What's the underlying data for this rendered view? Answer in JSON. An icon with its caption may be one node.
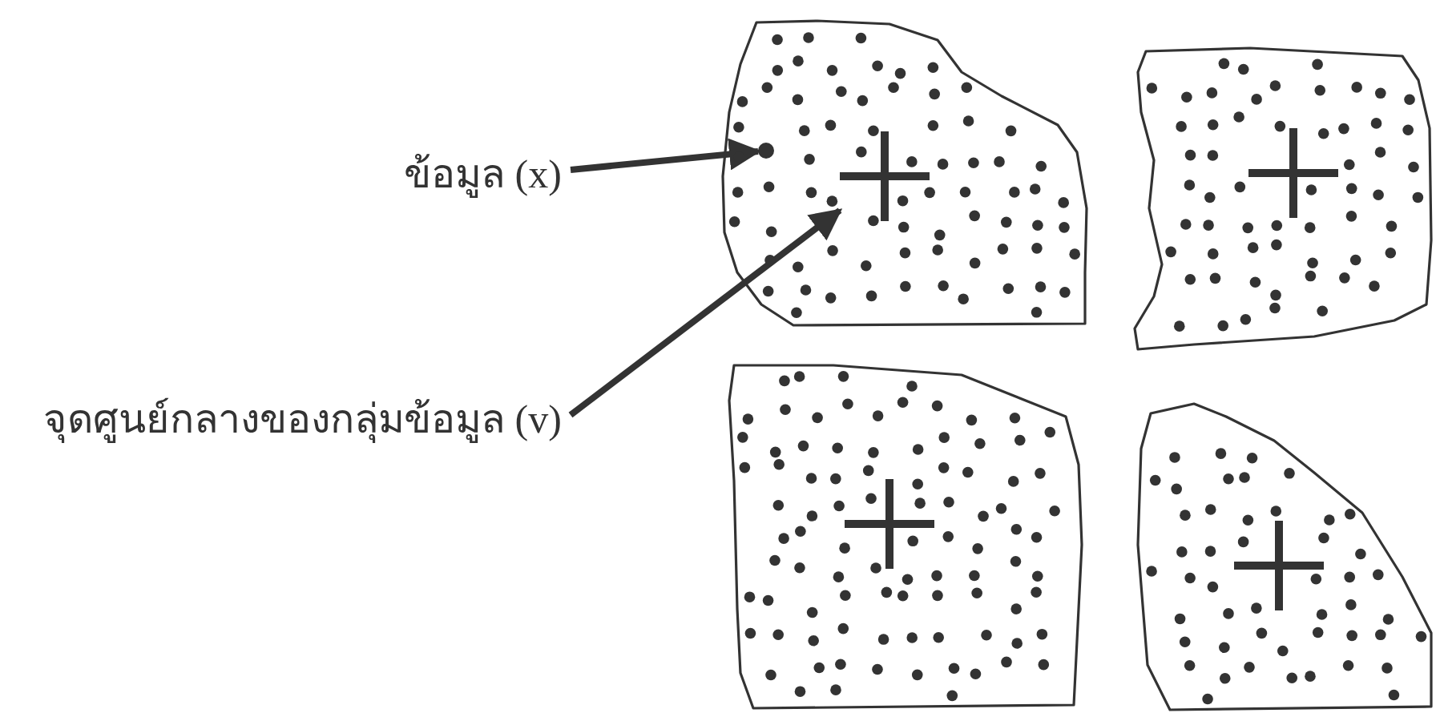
{
  "diagram": {
    "nodes": [
      {
        "text": [
          "ข้อมูล (x)"
        ]
      },
      {
        "text": [
          "จุดศูนย์กลางของกลุ่มข้อมูล (v)"
        ]
      },
      {
        "text": [],
        "shape": "picture"
      },
      {
        "text": [],
        "shape": "circle",
        "in": 2
      },
      {
        "text": [],
        "shape": "cross",
        "in": 2
      },
      {
        "text": [],
        "shape": "picture"
      },
      {
        "text": [],
        "shape": "picture"
      },
      {
        "text": [],
        "shape": "picture"
      }
    ],
    "edges": [
      {
        "from": 0,
        "to": 3,
        "arrow": "to"
      },
      {
        "from": 1,
        "to": 4,
        "arrow": "to"
      }
    ]
  }
}
